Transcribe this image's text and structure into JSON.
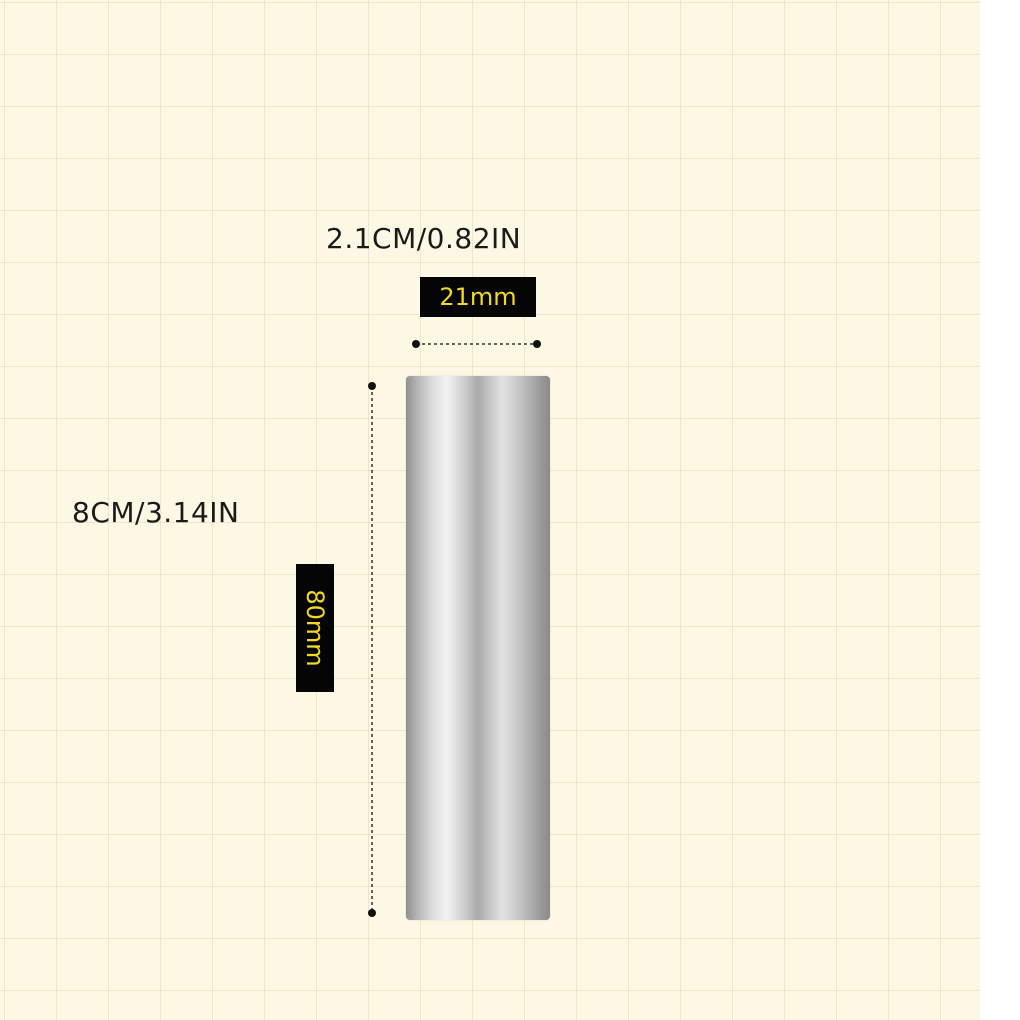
{
  "product": {
    "name": "metal-rod"
  },
  "dimensions": {
    "width": {
      "label": "2.1CM/0.82IN",
      "mm_label": "21mm"
    },
    "height": {
      "label": "8CM/3.14IN",
      "mm_label": "80mm"
    }
  },
  "colors": {
    "background": "#fdf8e4",
    "badge_background": "#050505",
    "badge_text": "#f2d91f"
  }
}
